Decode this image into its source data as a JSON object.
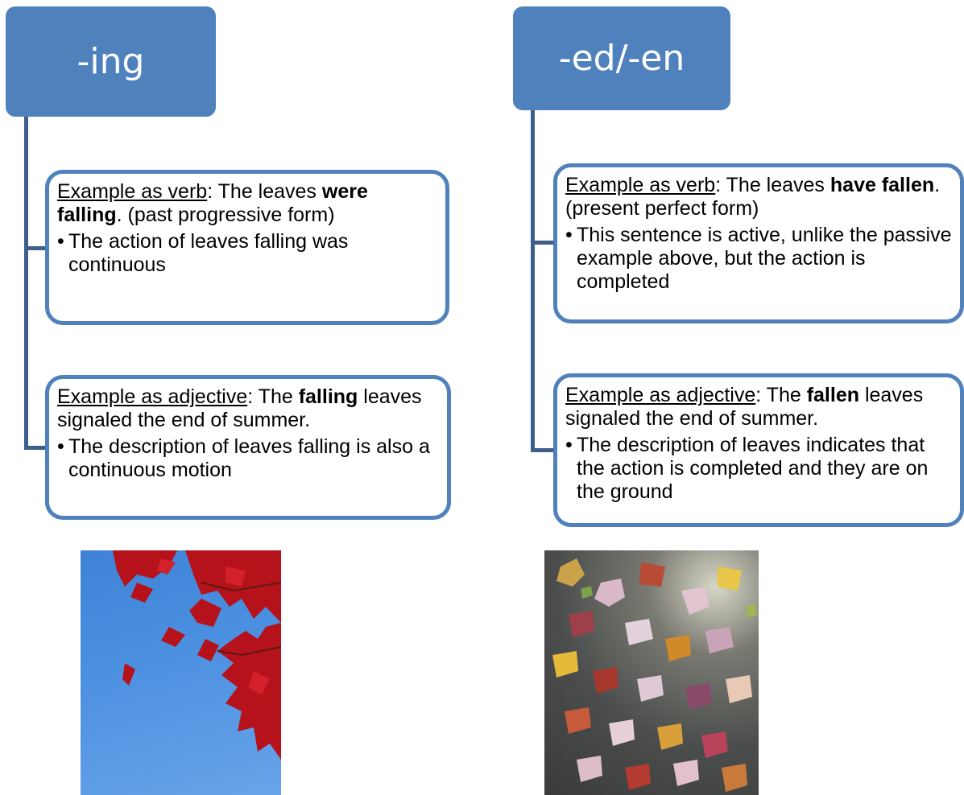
{
  "columns": [
    {
      "header": "-ing",
      "cards": [
        {
          "label": "Example as verb",
          "pre": ": The leaves ",
          "bold": "were falling",
          "post": ". (past progressive form)",
          "bullet": "The action of leaves falling was continuous"
        },
        {
          "label": "Example as adjective",
          "pre": ": The ",
          "bold": "falling",
          "post": " leaves signaled the end of summer.",
          "bullet": "The description of leaves falling is also a continuous motion"
        }
      ],
      "photo": "red leaves against blue sky"
    },
    {
      "header": "-ed/-en",
      "cards": [
        {
          "label": "Example as verb",
          "pre": ": The leaves ",
          "bold": "have fallen",
          "post": ". (present perfect form)",
          "bullet": "This sentence is active, unlike the passive example above, but the action is completed"
        },
        {
          "label": "Example as adjective",
          "pre": ": The ",
          "bold": "fallen",
          "post": " leaves signaled the end of summer.",
          "bullet": "The description of leaves indicates that the action is completed and they are on the ground"
        }
      ],
      "photo": "fallen leaves on pavement"
    }
  ],
  "colors": {
    "header_bg": "#4f81bd",
    "connector": "#3d5f8a",
    "card_border": "#4f81bd"
  }
}
